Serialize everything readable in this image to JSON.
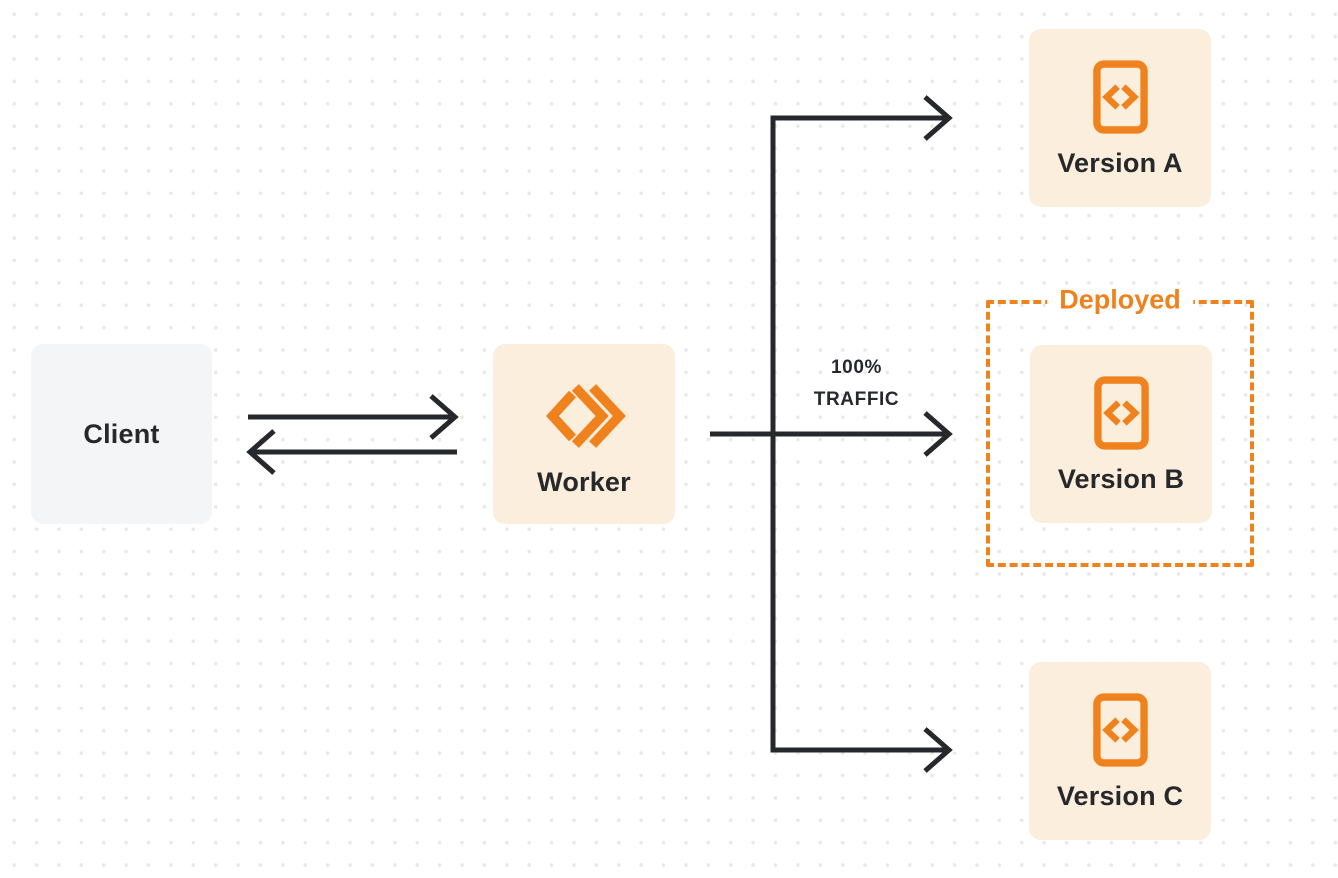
{
  "client": {
    "label": "Client"
  },
  "worker": {
    "label": "Worker"
  },
  "traffic": {
    "line1": "100%",
    "line2": "TRAFFIC"
  },
  "deployed": {
    "label": "Deployed"
  },
  "versions": [
    {
      "label": "Version A"
    },
    {
      "label": "Version B",
      "status": "Deployed"
    },
    {
      "label": "Version C"
    }
  ],
  "edges": [
    {
      "from": "Client",
      "to": "Worker",
      "type": "bidirectional"
    },
    {
      "from": "Worker",
      "to": "Version A",
      "type": "arrow"
    },
    {
      "from": "Worker",
      "to": "Version B",
      "type": "arrow",
      "label": "100% TRAFFIC"
    },
    {
      "from": "Worker",
      "to": "Version C",
      "type": "arrow"
    }
  ],
  "colors": {
    "orange": "#f0821e",
    "node_cream": "#fbeedc",
    "client_gray": "#f4f5f6",
    "line_black": "#26282b",
    "dot_grid": "#e8e8e8",
    "background": "#ffffff"
  }
}
